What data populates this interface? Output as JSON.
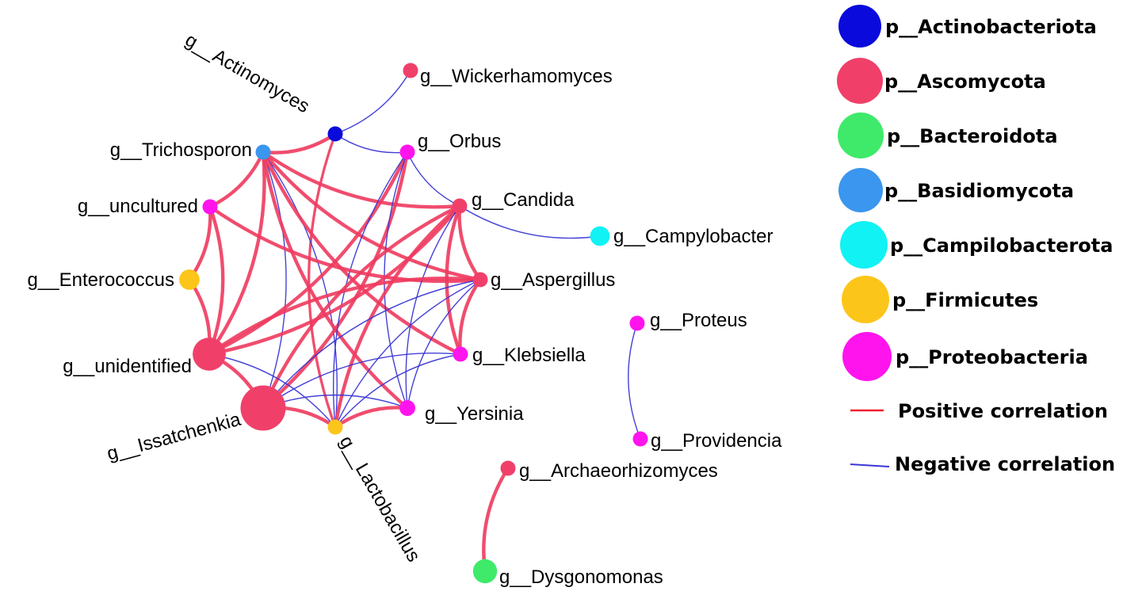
{
  "phyla": {
    "Actinobacteriota": {
      "label": "p__Actinobacteriota",
      "color": "#0a0adc"
    },
    "Ascomycota": {
      "label": "p__Ascomycota",
      "color": "#f0406a"
    },
    "Bacteroidota": {
      "label": "p__Bacteroidota",
      "color": "#3fea6a"
    },
    "Basidiomycota": {
      "label": "p__Basidiomycota",
      "color": "#3a96ee"
    },
    "Campilobacterota": {
      "label": "p__Campilobacterota",
      "color": "#10f2f4"
    },
    "Firmicutes": {
      "label": "p__Firmicutes",
      "color": "#fcc51a"
    },
    "Proteobacteria": {
      "label": "p__Proteobacteria",
      "color": "#ff14ee"
    }
  },
  "legend": {
    "phyla_order": [
      "Actinobacteriota",
      "Ascomycota",
      "Bacteroidota",
      "Basidiomycota",
      "Campilobacterota",
      "Firmicutes",
      "Proteobacteria"
    ],
    "positive": {
      "label": "Positive correlation",
      "color": "#f0202e"
    },
    "negative": {
      "label": "Negative correlation",
      "color": "#3a36d4"
    }
  },
  "nodes": [
    {
      "id": "actinomyces",
      "label": "g__Actinomyces",
      "phylum": "Actinobacteriota",
      "size": 1
    },
    {
      "id": "wickerhamomyces",
      "label": "g__Wickerhamomyces",
      "phylum": "Ascomycota",
      "size": 1
    },
    {
      "id": "trichosporon",
      "label": "g__Trichosporon",
      "phylum": "Basidiomycota",
      "size": 1
    },
    {
      "id": "orbus",
      "label": "g__Orbus",
      "phylum": "Proteobacteria",
      "size": 1
    },
    {
      "id": "uncultured",
      "label": "g__uncultured",
      "phylum": "Proteobacteria",
      "size": 1
    },
    {
      "id": "candida",
      "label": "g__Candida",
      "phylum": "Ascomycota",
      "size": 1
    },
    {
      "id": "campylobacter",
      "label": "g__Campylobacter",
      "phylum": "Campilobacterota",
      "size": 1.3
    },
    {
      "id": "enterococcus",
      "label": "g__Enterococcus",
      "phylum": "Firmicutes",
      "size": 1.35
    },
    {
      "id": "aspergillus",
      "label": "g__Aspergillus",
      "phylum": "Ascomycota",
      "size": 1
    },
    {
      "id": "proteus",
      "label": "g__Proteus",
      "phylum": "Proteobacteria",
      "size": 1
    },
    {
      "id": "klebsiella",
      "label": "g__Klebsiella",
      "phylum": "Proteobacteria",
      "size": 1
    },
    {
      "id": "unidentified",
      "label": "g__unidentified",
      "phylum": "Ascomycota",
      "size": 2.2
    },
    {
      "id": "yersinia",
      "label": "g__Yersinia",
      "phylum": "Proteobacteria",
      "size": 1.05
    },
    {
      "id": "issatchenkia",
      "label": "g__Issatchenkia",
      "phylum": "Ascomycota",
      "size": 3
    },
    {
      "id": "lactobacillus",
      "label": "g__Lactobacillus",
      "phylum": "Firmicutes",
      "size": 1
    },
    {
      "id": "providencia",
      "label": "g__Providencia",
      "phylum": "Proteobacteria",
      "size": 1
    },
    {
      "id": "archaeorhizomyces",
      "label": "g__Archaeorhizomyces",
      "phylum": "Ascomycota",
      "size": 1
    },
    {
      "id": "dysgonomonas",
      "label": "g__Dysgonomonas",
      "phylum": "Bacteroidota",
      "size": 1.6
    }
  ],
  "edges": [
    {
      "source": "actinomyces",
      "target": "wickerhamomyces",
      "sign": "negative",
      "weight": 1
    },
    {
      "source": "actinomyces",
      "target": "orbus",
      "sign": "negative",
      "weight": 1
    },
    {
      "source": "actinomyces",
      "target": "trichosporon",
      "sign": "positive",
      "weight": 2
    },
    {
      "source": "actinomyces",
      "target": "lactobacillus",
      "sign": "positive",
      "weight": 1.5
    },
    {
      "source": "trichosporon",
      "target": "uncultured",
      "sign": "positive",
      "weight": 2
    },
    {
      "source": "trichosporon",
      "target": "candida",
      "sign": "positive",
      "weight": 2
    },
    {
      "source": "trichosporon",
      "target": "aspergillus",
      "sign": "positive",
      "weight": 2
    },
    {
      "source": "trichosporon",
      "target": "unidentified",
      "sign": "positive",
      "weight": 2
    },
    {
      "source": "trichosporon",
      "target": "issatchenkia",
      "sign": "negative",
      "weight": 1
    },
    {
      "source": "trichosporon",
      "target": "lactobacillus",
      "sign": "negative",
      "weight": 1
    },
    {
      "source": "trichosporon",
      "target": "yersinia",
      "sign": "positive",
      "weight": 2
    },
    {
      "source": "trichosporon",
      "target": "klebsiella",
      "sign": "positive",
      "weight": 2
    },
    {
      "source": "orbus",
      "target": "candida",
      "sign": "negative",
      "weight": 1
    },
    {
      "source": "orbus",
      "target": "unidentified",
      "sign": "positive",
      "weight": 2
    },
    {
      "source": "orbus",
      "target": "issatchenkia",
      "sign": "positive",
      "weight": 2
    },
    {
      "source": "orbus",
      "target": "lactobacillus",
      "sign": "negative",
      "weight": 1
    },
    {
      "source": "orbus",
      "target": "yersinia",
      "sign": "negative",
      "weight": 1
    },
    {
      "source": "uncultured",
      "target": "enterococcus",
      "sign": "positive",
      "weight": 2
    },
    {
      "source": "uncultured",
      "target": "aspergillus",
      "sign": "positive",
      "weight": 2
    },
    {
      "source": "uncultured",
      "target": "unidentified",
      "sign": "positive",
      "weight": 2
    },
    {
      "source": "candida",
      "target": "campylobacter",
      "sign": "negative",
      "weight": 1
    },
    {
      "source": "candida",
      "target": "unidentified",
      "sign": "positive",
      "weight": 2
    },
    {
      "source": "candida",
      "target": "issatchenkia",
      "sign": "positive",
      "weight": 2
    },
    {
      "source": "candida",
      "target": "lactobacillus",
      "sign": "positive",
      "weight": 2
    },
    {
      "source": "candida",
      "target": "klebsiella",
      "sign": "positive",
      "weight": 2
    },
    {
      "source": "candida",
      "target": "aspergillus",
      "sign": "positive",
      "weight": 2
    },
    {
      "source": "candida",
      "target": "yersinia",
      "sign": "negative",
      "weight": 1
    },
    {
      "source": "enterococcus",
      "target": "unidentified",
      "sign": "positive",
      "weight": 2
    },
    {
      "source": "aspergillus",
      "target": "unidentified",
      "sign": "positive",
      "weight": 2
    },
    {
      "source": "aspergillus",
      "target": "issatchenkia",
      "sign": "negative",
      "weight": 1
    },
    {
      "source": "aspergillus",
      "target": "lactobacillus",
      "sign": "negative",
      "weight": 1
    },
    {
      "source": "aspergillus",
      "target": "klebsiella",
      "sign": "positive",
      "weight": 2
    },
    {
      "source": "aspergillus",
      "target": "yersinia",
      "sign": "negative",
      "weight": 1
    },
    {
      "source": "klebsiella",
      "target": "issatchenkia",
      "sign": "negative",
      "weight": 1
    },
    {
      "source": "klebsiella",
      "target": "lactobacillus",
      "sign": "negative",
      "weight": 1
    },
    {
      "source": "unidentified",
      "target": "issatchenkia",
      "sign": "positive",
      "weight": 2
    },
    {
      "source": "unidentified",
      "target": "lactobacillus",
      "sign": "negative",
      "weight": 1
    },
    {
      "source": "issatchenkia",
      "target": "lactobacillus",
      "sign": "positive",
      "weight": 2
    },
    {
      "source": "issatchenkia",
      "target": "yersinia",
      "sign": "negative",
      "weight": 1
    },
    {
      "source": "lactobacillus",
      "target": "yersinia",
      "sign": "positive",
      "weight": 2
    },
    {
      "source": "proteus",
      "target": "providencia",
      "sign": "negative",
      "weight": 1
    },
    {
      "source": "archaeorhizomyces",
      "target": "dysgonomonas",
      "sign": "positive",
      "weight": 2
    }
  ]
}
